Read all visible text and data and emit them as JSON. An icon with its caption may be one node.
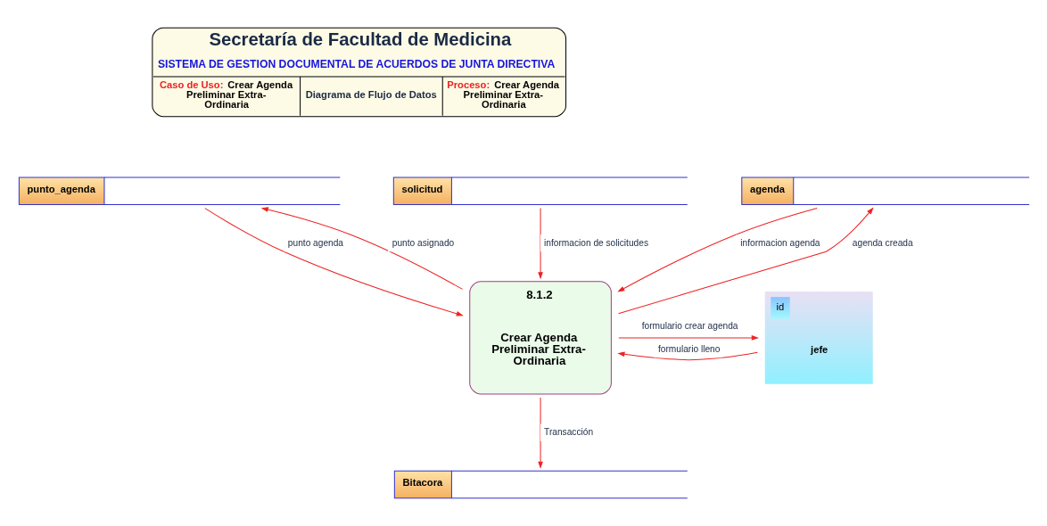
{
  "diagram": {
    "nodes": [
      {
        "text": [
          "Secretaría de Facultad de Medicina",
          "SISTEMA DE GESTION DOCUMENTAL DE ACUERDOS DE JUNTA DIRECTIVA",
          "Caso de Uso:",
          "Crear Agenda Preliminar Extra-Ordinaria",
          "Diagrama de Flujo de Datos",
          "Proceso:",
          "Crear Agenda Preliminar Extra-Ordinaria"
        ]
      },
      {
        "text": [
          "punto_agenda"
        ]
      },
      {
        "text": [
          "solicitud"
        ]
      },
      {
        "text": [
          "agenda"
        ]
      },
      {
        "text": [
          "id",
          "jefe"
        ]
      },
      {
        "text": [
          "8.1.2",
          "Crear Agenda Preliminar Extra-Ordinaria"
        ]
      },
      {
        "text": [
          "Bitacora"
        ]
      }
    ],
    "edges": [
      {
        "from": 1,
        "to": 5,
        "arrow": "to",
        "label": "punto agenda"
      },
      {
        "from": 5,
        "to": 1,
        "arrow": "to",
        "label": "punto asignado"
      },
      {
        "from": 2,
        "to": 5,
        "arrow": "to",
        "label": "informacion de solicitudes"
      },
      {
        "from": 3,
        "to": 5,
        "arrow": "to",
        "label": "informacion agenda"
      },
      {
        "from": 5,
        "to": 3,
        "arrow": "to",
        "label": "agenda creada"
      },
      {
        "from": 5,
        "to": 4,
        "arrow": "to",
        "label": "formulario crear agenda"
      },
      {
        "from": 4,
        "to": 5,
        "arrow": "to",
        "label": "formulario lleno"
      },
      {
        "from": 5,
        "to": 6,
        "arrow": "to",
        "label": "Transacción"
      }
    ]
  }
}
